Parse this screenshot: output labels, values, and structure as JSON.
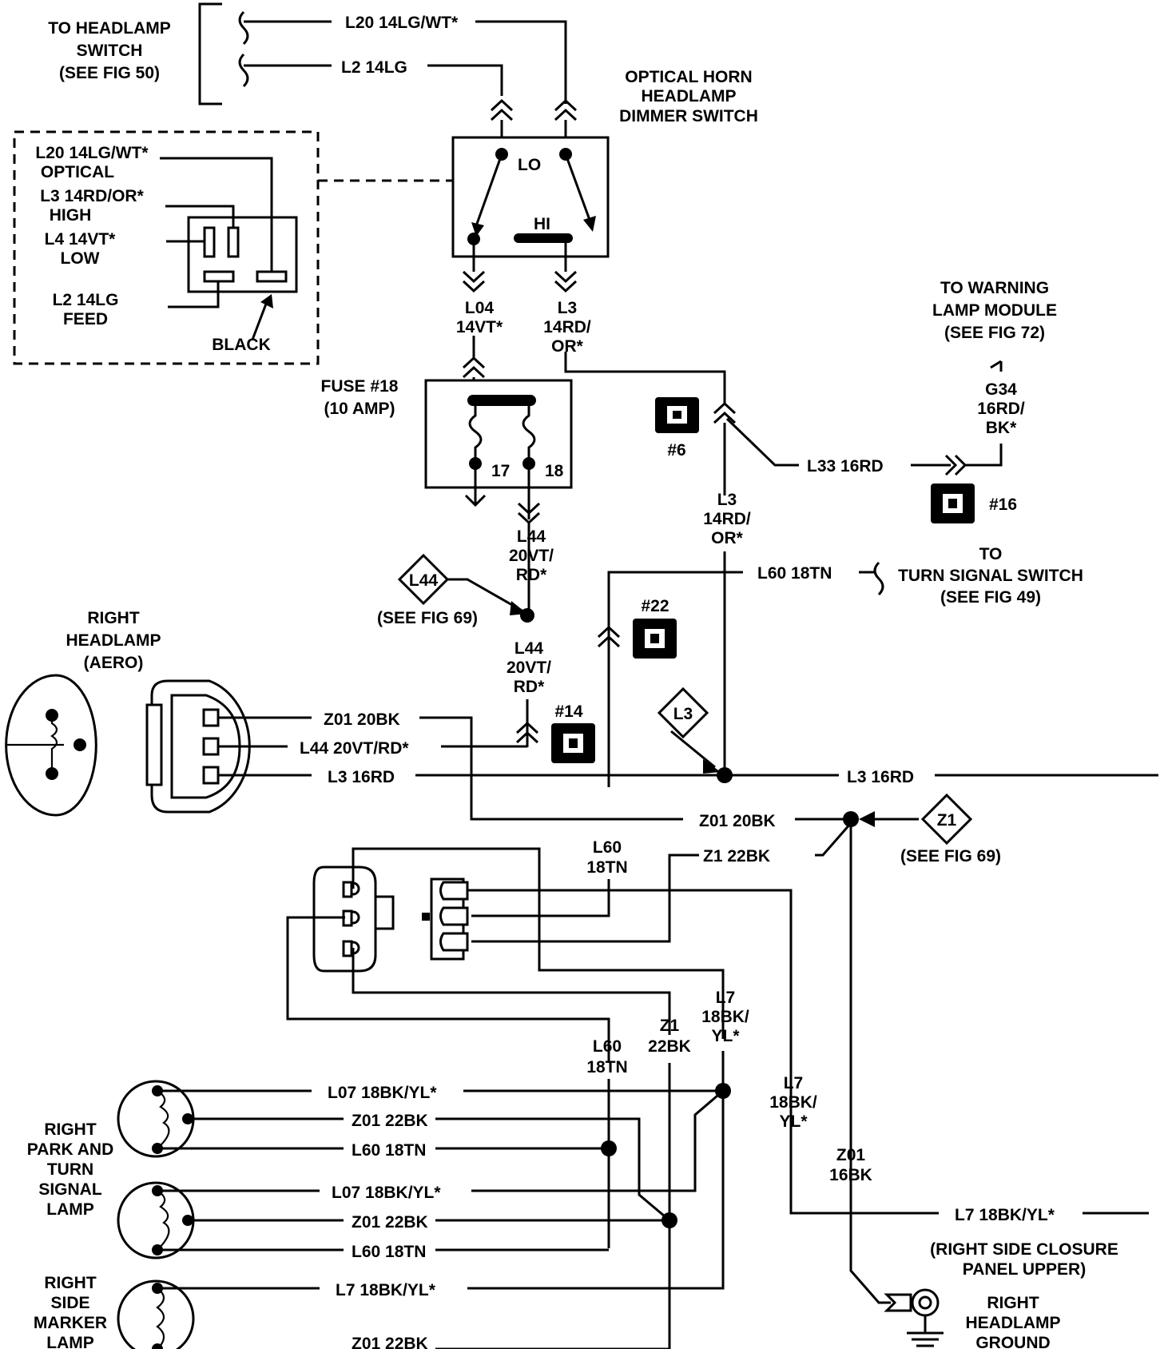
{
  "headlamp_switch": {
    "line1": "TO HEADLAMP",
    "line2": "SWITCH",
    "line3": "(SEE FIG 50)"
  },
  "wires_top": {
    "w1": "L20 14LG/WT*",
    "w2": "L2 14LG"
  },
  "dimmer": {
    "line1": "OPTICAL HORN",
    "line2": "HEADLAMP",
    "line3": "DIMMER SWITCH",
    "lo": "LO",
    "hi": "HI"
  },
  "connector_detail": {
    "l1a": "L20 14LG/WT*",
    "l1b": "OPTICAL",
    "l2a": "L3 14RD/OR*",
    "l2b": "HIGH",
    "l3a": "L4 14VT*",
    "l3b": "LOW",
    "l4a": "L2 14LG",
    "l4b": "FEED",
    "black": "BLACK"
  },
  "dimmer_out": {
    "a1": "L04",
    "a2": "14VT*",
    "b1": "L3",
    "b2": "14RD/",
    "b3": "OR*"
  },
  "fuse": {
    "line1": "FUSE #18",
    "line2": "(10 AMP)",
    "t17": "17",
    "t18": "18"
  },
  "warning": {
    "line1": "TO WARNING",
    "line2": "LAMP MODULE",
    "line3": "(SEE FIG 72)",
    "g1": "G34",
    "g2": "16RD/",
    "g3": "BK*"
  },
  "connectors": {
    "c6": "#6",
    "c16": "#16",
    "c22": "#22",
    "c14": "#14"
  },
  "l33": "L33 16RD",
  "l3_mid": {
    "a": "L3",
    "b": "14RD/",
    "c": "OR*"
  },
  "l44_top": {
    "a": "L44",
    "b": "20VT/",
    "c": "RD*"
  },
  "l44_bot": {
    "a": "L44",
    "b": "20VT/",
    "c": "RD*"
  },
  "diamond_l44": {
    "tag": "L44",
    "ref": "(SEE FIG 69)"
  },
  "diamond_l3": {
    "tag": "L3"
  },
  "diamond_z1": {
    "tag": "Z1",
    "ref": "(SEE FIG 69)"
  },
  "l60_top": "L60 18TN",
  "turn_signal": {
    "line1": "TO",
    "line2": "TURN SIGNAL SWITCH",
    "line3": "(SEE FIG 49)"
  },
  "headlamp": {
    "line1": "RIGHT",
    "line2": "HEADLAMP",
    "line3": "(AERO)",
    "w1": "Z01 20BK",
    "w2": "L44 20VT/RD*",
    "w3": "L3 16RD"
  },
  "l3_16rd": "L3 16RD",
  "z01_20bk": "Z01 20BK",
  "z1_22bk": "Z1 22BK",
  "l60_mid": {
    "a": "L60",
    "b": "18TN"
  },
  "l60_low": {
    "a": "L60",
    "b": "18TN"
  },
  "z1_low": {
    "a": "Z1",
    "b": "22BK"
  },
  "l7_a": {
    "a": "L7",
    "b": "18BK/",
    "c": "YL*"
  },
  "l7_b": {
    "a": "L7",
    "b": "18BK/",
    "c": "YL*"
  },
  "z01_16bk": {
    "a": "Z01",
    "b": "16BK"
  },
  "park_lamp": {
    "line1": "RIGHT",
    "line2": "PARK AND",
    "line3": "TURN",
    "line4": "SIGNAL",
    "line5": "LAMP",
    "w1": "L07 18BK/YL*",
    "w2": "Z01 22BK",
    "w3": "L60 18TN",
    "w4": "L07 18BK/YL*",
    "w5": "Z01 22BK",
    "w6": "L60 18TN"
  },
  "marker_lamp": {
    "line1": "RIGHT",
    "line2": "SIDE",
    "line3": "MARKER",
    "line4": "LAMP",
    "w1": "L7 18BK/YL*",
    "w2": "Z01 22BK"
  },
  "l7_right": "L7 18BK/YL*",
  "closure": "(RIGHT SIDE CLOSURE",
  "closure2": "PANEL UPPER)",
  "ground": {
    "line1": "RIGHT",
    "line2": "HEADLAMP",
    "line3": "GROUND"
  }
}
